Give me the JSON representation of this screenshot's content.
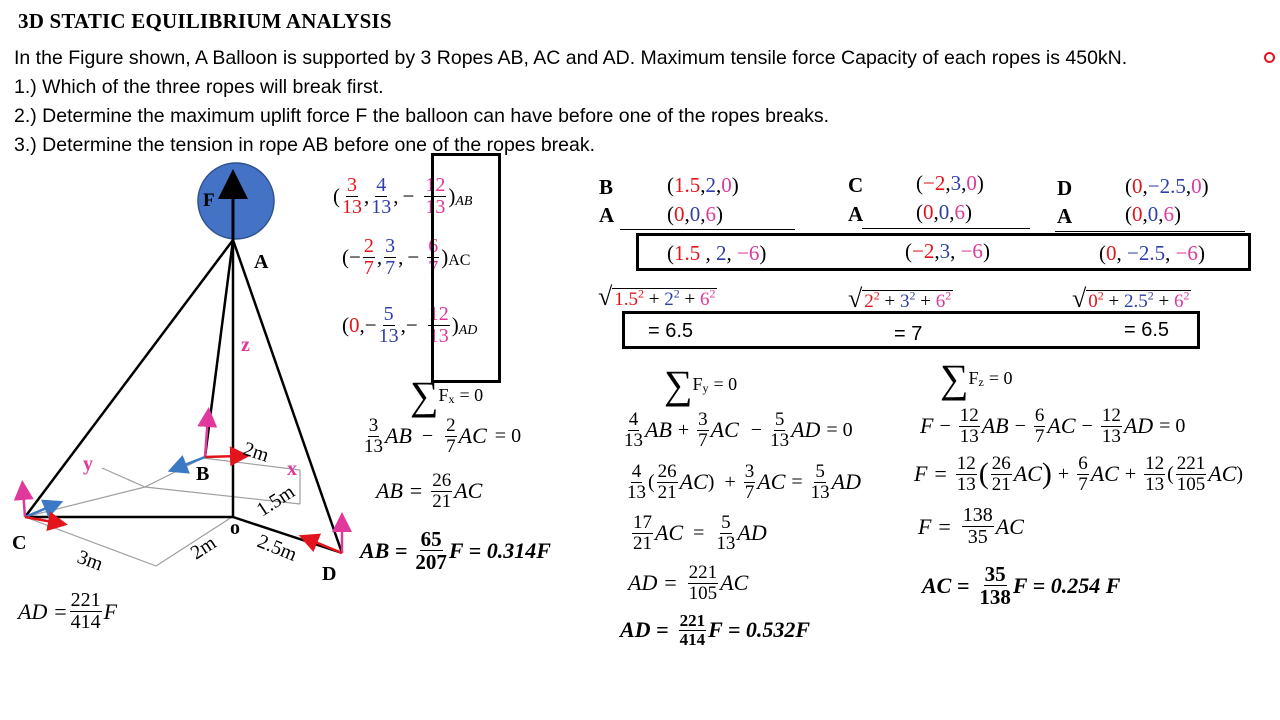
{
  "title": "3D STATIC  EQUILIBRIUM ANALYSIS",
  "statement": {
    "intro": "In the Figure shown, A Balloon is supported by 3 Ropes AB,  AC and AD. Maximum tensile force Capacity of each ropes  is 450kN.",
    "q1": "1.) Which of the three ropes will break first.",
    "q2": "2.) Determine the maximum uplift force F the balloon can have before one of the ropes breaks.",
    "q3": "3.) Determine the tension in rope AB before one of the ropes break."
  },
  "diagram": {
    "labels": {
      "F": "F",
      "A": "A",
      "z": "z",
      "B": "B",
      "y": "y",
      "x": "x",
      "C": "C",
      "D": "D",
      "O": "o"
    },
    "dims": {
      "d_ob": "2m",
      "d_bx": "1.5m",
      "d_c": "3m",
      "d_od": "2m",
      "d_d": "2.5m"
    },
    "colors": {
      "rope": "#000000",
      "balloon": "#4472c4",
      "force_arrow": "#e3141b",
      "axis_arrow": "#e0399b",
      "unit_arrow": "#3b79c4",
      "grid": "#9e9e9e"
    }
  },
  "unit_vectors": {
    "ab": {
      "open": "(",
      "n1": "3",
      "d1": "13",
      "n2": "4",
      "d2": "13",
      "sep": ",",
      "neg": "−",
      "n3": "12",
      "d3": "13",
      "close": ")",
      "sub": "AB"
    },
    "ac": {
      "open": "(−",
      "n1": "2",
      "d1": "7",
      "n2": "3",
      "d2": "7",
      "sep": ",",
      "neg": "−",
      "n3": "6",
      "d3": "7",
      "close": ")",
      "sub": "AC"
    },
    "ad": {
      "open": "(",
      "z": "0",
      "neg1": ",−",
      "n2": "5",
      "d2": "13",
      "neg2": ",−",
      "n3": "12",
      "d3": "13",
      "close": ")",
      "sub": "AD"
    }
  },
  "sum_fx": {
    "sigma": "∑",
    "lbl": "F",
    "sub": "x",
    "rhs": "= 0"
  },
  "fx_eq": {
    "n1": "3",
    "d1": "13",
    "t1": "AB",
    "minus": "−",
    "n2": "2",
    "d2": "7",
    "t2": "AC",
    "rhs": "= 0"
  },
  "ab_eq": {
    "lhs": "AB =",
    "n": "26",
    "d": "21",
    "t": "AC"
  },
  "ab_final": {
    "lhs": "AB =",
    "n": "65",
    "d": "207",
    "rhs": "F = 0.314F"
  },
  "ad_diag": {
    "lhs": "AD =",
    "n": "221",
    "d": "414",
    "t": "F"
  },
  "points": {
    "B": {
      "label": "B",
      "open": "(",
      "x": "1.5",
      "sep1": ",",
      "y": "2",
      "sep2": ",",
      "z": "0",
      "close": ")"
    },
    "A1": {
      "label": "A",
      "open": "(",
      "x": "0",
      "sep1": ",",
      "y": "0",
      "sep2": ",",
      "z": "6",
      "close": ")"
    },
    "C": {
      "label": "C",
      "open": "(",
      "x": "−2",
      "sep1": ",",
      "y": "3",
      "sep2": ",",
      "z": "0",
      "close": ")"
    },
    "A2": {
      "label": "A",
      "open": "(",
      "x": "0",
      "sep1": ",",
      "y": "0",
      "sep2": ",",
      "z": "6",
      "close": ")"
    },
    "D": {
      "label": "D",
      "open": "(",
      "x": "0",
      "sep1": ",",
      "y": "−2.5",
      "sep2": ",",
      "z": "0",
      "close": ")"
    },
    "A3": {
      "label": "A",
      "open": "(",
      "x": "0",
      "sep1": ",",
      "y": "0",
      "sep2": ",",
      "z": "6",
      "close": ")"
    }
  },
  "diffs": {
    "ab": {
      "open": "(",
      "x": "1.5",
      "sep1": " , ",
      "y": "2",
      "sep2": ", ",
      "z": "−6",
      "close": ")"
    },
    "ac": {
      "open": "(",
      "x": "−2",
      "sep1": ",",
      "y": "3",
      "sep2": ", ",
      "z": "−6",
      "close": ")"
    },
    "ad": {
      "open": "(",
      "x": "0",
      "sep1": ", ",
      "y": "−2.5",
      "sep2": ", ",
      "z": "−6",
      "close": ")"
    }
  },
  "mags": {
    "ab": {
      "a": "1.5",
      "b": "2",
      "c": "6",
      "exp": "2",
      "plus": "+"
    },
    "ac": {
      "a": "2",
      "b": "3",
      "c": "6",
      "exp": "2",
      "plus": "+"
    },
    "ad": {
      "a": "0",
      "b": "2.5",
      "c": "6",
      "exp": "2",
      "plus": "+"
    }
  },
  "mag_values": {
    "ab": "= 6.5",
    "ac": "= 7",
    "ad": "= 6.5"
  },
  "sum_fy": {
    "sigma": "∑",
    "lbl": "F",
    "sub": "y",
    "rhs": "= 0"
  },
  "sum_fz": {
    "sigma": "∑",
    "lbl": "F",
    "sub": "z",
    "rhs": "= 0"
  },
  "fy": {
    "eq1": {
      "n1": "4",
      "d1": "13",
      "t1": "AB",
      "op1": "+",
      "n2": "3",
      "d2": "7",
      "t2": "AC",
      "op2": "−",
      "n3": "5",
      "d3": "13",
      "t3": "AD",
      "rhs": "= 0"
    },
    "eq2": {
      "n1": "4",
      "d1": "13",
      "in_n": "26",
      "in_d": "21",
      "in_t": "AC",
      "op1": "+",
      "n2": "3",
      "d2": "7",
      "t2": "AC",
      "eq": "=",
      "n3": "5",
      "d3": "13",
      "t3": "AD"
    },
    "eq3": {
      "n1": "17",
      "d1": "21",
      "t1": "AC",
      "eq": "=",
      "n2": "5",
      "d2": "13",
      "t2": "AD"
    },
    "eq4": {
      "lhs": "AD =",
      "n": "221",
      "d": "105",
      "t": "AC"
    },
    "eq5": {
      "lhs": "AD =",
      "n": "221",
      "d": "414",
      "rhs": "F = 0.532F"
    }
  },
  "fz": {
    "eq1": {
      "f": "F",
      "op": "−",
      "n1": "12",
      "d1": "13",
      "t1": "AB",
      "n2": "6",
      "d2": "7",
      "t2": "AC",
      "n3": "12",
      "d3": "13",
      "t3": "AD",
      "rhs": "= 0"
    },
    "eq2": {
      "f": "F =",
      "n1": "12",
      "d1": "13",
      "in_n": "26",
      "in_d": "21",
      "in_t": "AC",
      "op": "+",
      "n2": "6",
      "d2": "7",
      "t2": "AC",
      "n3": "12",
      "d3": "13",
      "in2_n": "221",
      "in2_d": "105",
      "in2_t": "AC"
    },
    "eq3": {
      "lhs": "F =",
      "n": "138",
      "d": "35",
      "t": "AC"
    },
    "eq4": {
      "lhs": "AC =",
      "n": "35",
      "d": "138",
      "rhs": "F = 0.254 F"
    }
  }
}
